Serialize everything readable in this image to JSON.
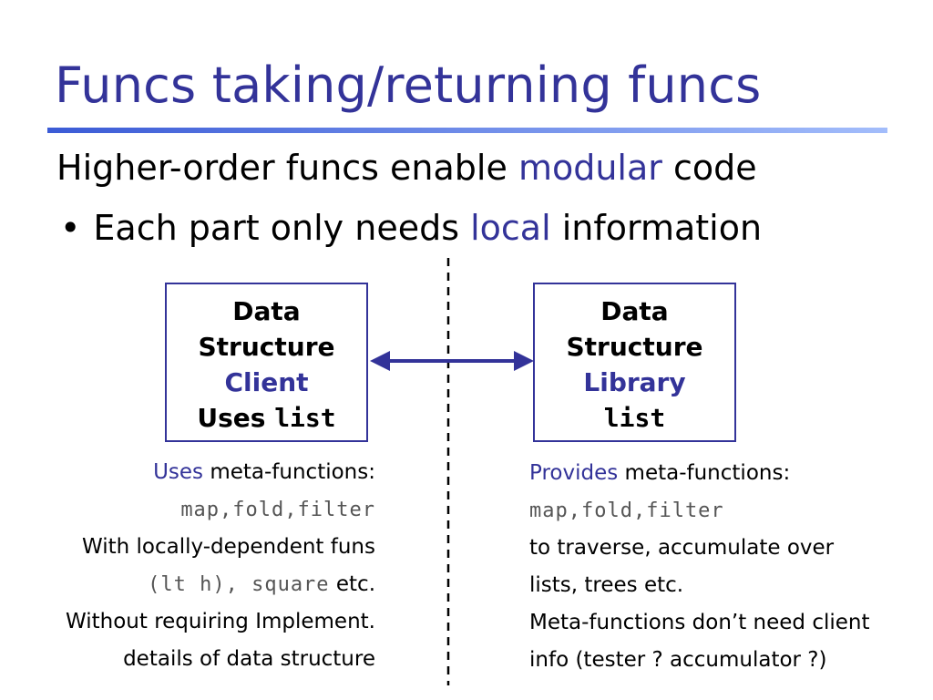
{
  "slide": {
    "title": "Funcs taking/returning funcs",
    "line1": {
      "pre": "Higher-order funcs enable ",
      "em": "modular",
      "post": " code"
    },
    "line2": {
      "bullet": "•",
      "pre": "Each part only needs ",
      "em": "local",
      "post": " information"
    }
  },
  "client_box": {
    "line1": "Data",
    "line2": "Structure",
    "role": "Client",
    "uses": "Uses",
    "code": "list"
  },
  "library_box": {
    "line1": "Data",
    "line2": "Structure",
    "role": "Library",
    "code": "list"
  },
  "client_notes": {
    "l1_em": "Uses",
    "l1_rest": " meta-functions:",
    "l2_code": "map,fold,filter",
    "l3": "With locally-dependent funs",
    "l4_a": "(lt ",
    "l4_b": "h",
    "l4_c": "), square",
    "l4_d": " etc.",
    "l5": "Without requiring Implement.",
    "l6": "details of data structure"
  },
  "library_notes": {
    "l1_em": "Provides",
    "l1_rest": " meta-functions:",
    "l2_code": "map,fold,filter",
    "l3": "to traverse, accumulate over",
    "l4": "lists, trees etc.",
    "l5": "Meta-functions don’t need client",
    "l6": "info (tester ? accumulator ?)"
  },
  "colors": {
    "accent": "#333399",
    "code_gray": "#555555",
    "rule_start": "#3b5bd6",
    "rule_end": "#a3bdfb"
  }
}
